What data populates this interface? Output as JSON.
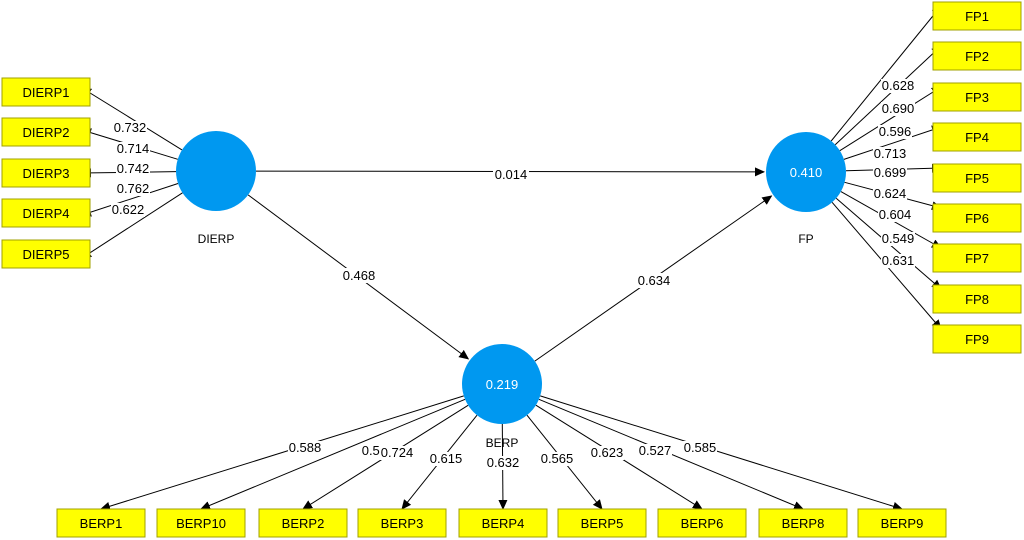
{
  "colors": {
    "construct_fill": "#0098f0",
    "indicator_fill": "#ffff00",
    "line": "#000000"
  },
  "constructs": {
    "DIERP": {
      "name": "DIERP",
      "r2": ""
    },
    "FP": {
      "name": "FP",
      "r2": "0.410"
    },
    "BERP": {
      "name": "BERP",
      "r2": "0.219"
    }
  },
  "paths": [
    {
      "from": "DIERP",
      "to": "FP",
      "coef": "0.014"
    },
    {
      "from": "DIERP",
      "to": "BERP",
      "coef": "0.468"
    },
    {
      "from": "BERP",
      "to": "FP",
      "coef": "0.634"
    }
  ],
  "indicators": {
    "DIERP": [
      {
        "label": "DIERP1",
        "loading": "0.732"
      },
      {
        "label": "DIERP2",
        "loading": "0.714"
      },
      {
        "label": "DIERP3",
        "loading": "0.742"
      },
      {
        "label": "DIERP4",
        "loading": "0.762"
      },
      {
        "label": "DIERP5",
        "loading": "0.622"
      }
    ],
    "FP": [
      {
        "label": "FP1",
        "loading": "0.628"
      },
      {
        "label": "FP2",
        "loading": "0.690"
      },
      {
        "label": "FP3",
        "loading": "0.596"
      },
      {
        "label": "FP4",
        "loading": "0.713"
      },
      {
        "label": "FP5",
        "loading": "0.699"
      },
      {
        "label": "FP6",
        "loading": "0.624"
      },
      {
        "label": "FP7",
        "loading": "0.604"
      },
      {
        "label": "FP8",
        "loading": "0.549"
      },
      {
        "label": "FP9",
        "loading": "0.631"
      }
    ],
    "BERP": [
      {
        "label": "BERP1",
        "loading": "0.588"
      },
      {
        "label": "BERP10",
        "loading": "0.561"
      },
      {
        "label": "BERP2",
        "loading": "0.724"
      },
      {
        "label": "BERP3",
        "loading": "0.615"
      },
      {
        "label": "BERP4",
        "loading": "0.632"
      },
      {
        "label": "BERP5",
        "loading": "0.565"
      },
      {
        "label": "BERP6",
        "loading": "0.623"
      },
      {
        "label": "BERP8",
        "loading": "0.527"
      },
      {
        "label": "BERP9",
        "loading": "0.585"
      }
    ]
  }
}
